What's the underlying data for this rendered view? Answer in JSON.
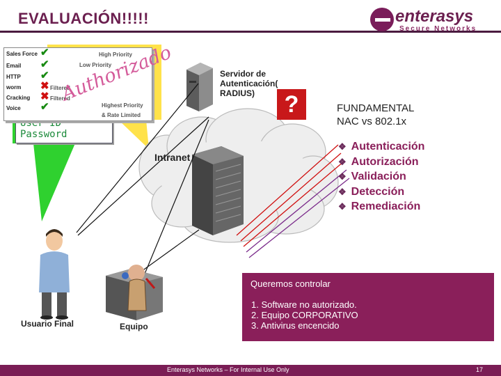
{
  "header": {
    "title": "EVALUACIÓN!!!!!",
    "logo_name": "enterasys",
    "logo_tagline": "Secure Networks"
  },
  "policy": {
    "rows": [
      {
        "app": "Sales Force",
        "status": "allowed",
        "label": "High Priority"
      },
      {
        "app": "Email",
        "status": "allowed",
        "label": "Low Priority"
      },
      {
        "app": "HTTP",
        "status": "allowed",
        "label": ""
      },
      {
        "app": "worm",
        "status": "blocked",
        "label": "Filtered"
      },
      {
        "app": "Cracking",
        "status": "blocked",
        "label": "Filtered"
      },
      {
        "app": "Voice",
        "status": "allowed",
        "label": "Highest Priority"
      }
    ],
    "extra_label": "& Rate Limited",
    "authorized_text": "Authorizado",
    "userpass_line1": "User ID",
    "userpass_line2": "Password",
    "check_glyph": "✔",
    "cross_glyph": "✖"
  },
  "network": {
    "server_label": "Servidor de Autenticación( RADIUS)",
    "intranet_label": "Intranet",
    "unknown_symbol": "?",
    "user_label": "Usuario Final",
    "device_label": "Equipo"
  },
  "topic": {
    "line1": "FUNDAMENTAL",
    "line2": "NAC vs 802.1x"
  },
  "features": [
    "Autenticación",
    "Autorización",
    "Validación",
    "Detección",
    "Remediación"
  ],
  "bullet_glyph": "❖",
  "control": {
    "title": "Queremos controlar",
    "items": [
      "1.   Software no autorizado.",
      "2.   Equipo CORPORATIVO",
      "3.  Antivirus encencido"
    ]
  },
  "footer": {
    "text": "Enterasys Networks – For Internal Use Only",
    "page": "17"
  },
  "colors": {
    "brand": "#7a1d55",
    "title": "#6b1f4f",
    "callout_green": "#2fd12f",
    "callout_yellow": "#ffe24a",
    "check": "#188a12",
    "cross": "#d01010",
    "alert": "#c8181a"
  }
}
